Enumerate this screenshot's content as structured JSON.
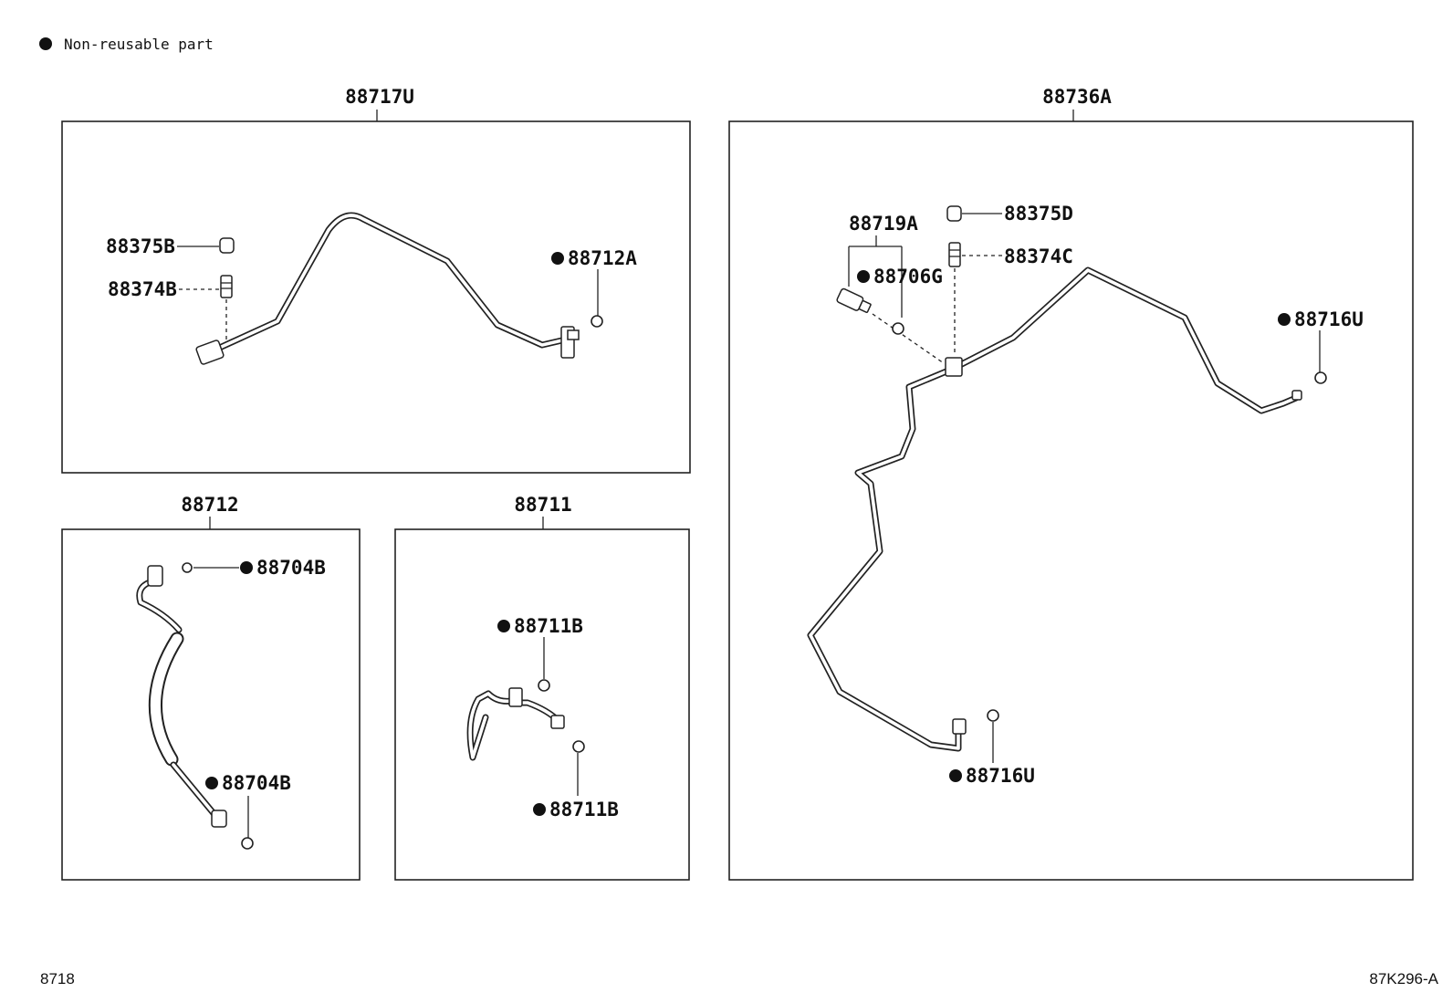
{
  "legend": {
    "text": "Non-reusable part"
  },
  "groups": {
    "g88717U": {
      "label": "88717U"
    },
    "g88736A": {
      "label": "88736A"
    },
    "g88712": {
      "label": "88712"
    },
    "g88711": {
      "label": "88711"
    }
  },
  "parts": {
    "p88375B": "88375B",
    "p88374B": "88374B",
    "p88712A": "88712A",
    "p88719A": "88719A",
    "p88706G": "88706G",
    "p88375D": "88375D",
    "p88374C": "88374C",
    "p88716U_a": "88716U",
    "p88716U_b": "88716U",
    "p88704B_a": "88704B",
    "p88704B_b": "88704B",
    "p88711B_a": "88711B",
    "p88711B_b": "88711B"
  },
  "non_reusable": [
    "88712A",
    "88706G",
    "88716U",
    "88704B",
    "88711B"
  ],
  "footer": {
    "left": "8718",
    "right": "87K296-A"
  }
}
